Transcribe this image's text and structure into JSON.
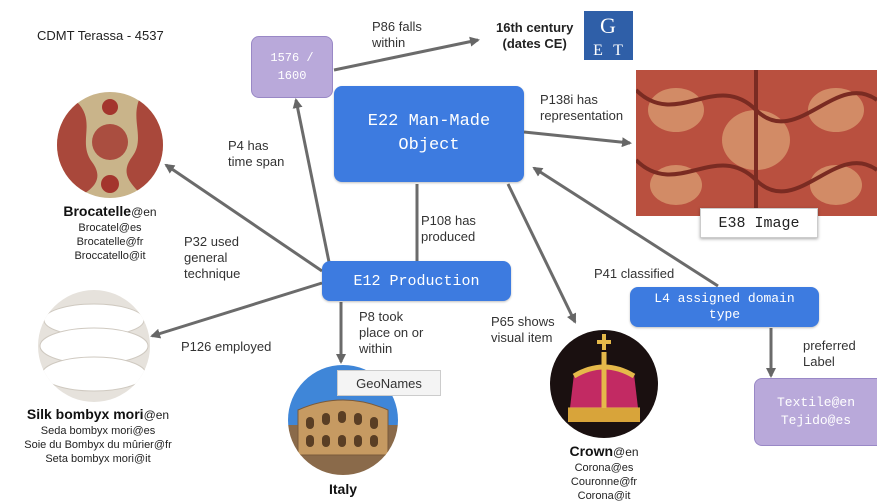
{
  "header": {
    "record_id": "CDMT Terassa - 4537"
  },
  "nodes": {
    "man_made_object": "E22 Man-Made\nObject",
    "production": "E12 Production",
    "time_span": "1576 /\n1600",
    "century_label": "16th century\n(dates CE)",
    "image": "E38 Image",
    "domain_type": "L4 assigned domain\ntype",
    "preferred_label_values": "Textile@en\nTejido@es",
    "getty_logo_text": "GETTY",
    "geonames_logo": "GeoNames"
  },
  "edges": {
    "p86": "P86 falls\nwithin",
    "p138i": "P138i has\nrepresentation",
    "p4": "P4 has\ntime span",
    "p108": "P108 has\nproduced",
    "p32": "P32 used\ngeneral\ntechnique",
    "p126": "P126 employed",
    "p8": "P8 took\nplace on or\nwithin",
    "p65": "P65 shows\nvisual item",
    "p41": "P41 classified",
    "preferred_label": "preferred\nLabel"
  },
  "entities": {
    "brocatelle": {
      "name": "Brocatelle",
      "lang": "@en",
      "alternates": [
        "Brocatel@es",
        "Brocatelle@fr",
        "Broccatello@it"
      ]
    },
    "silk": {
      "name": "Silk bombyx mori",
      "lang": "@en",
      "alternates": [
        "Seda bombyx mori@es",
        "Soie du Bombyx du mûrier@fr",
        "Seta bombyx mori@it"
      ]
    },
    "italy": {
      "name": "Italy"
    },
    "crown": {
      "name": "Crown",
      "lang": "@en",
      "alternates": [
        "Corona@es",
        "Couronne@fr",
        "Corona@it"
      ]
    }
  },
  "colors": {
    "blue_node": "#3d7be0",
    "purple_node": "#b9a9da",
    "arrow": "#666666"
  },
  "icons": [
    "getty-logo",
    "geonames-logo"
  ]
}
